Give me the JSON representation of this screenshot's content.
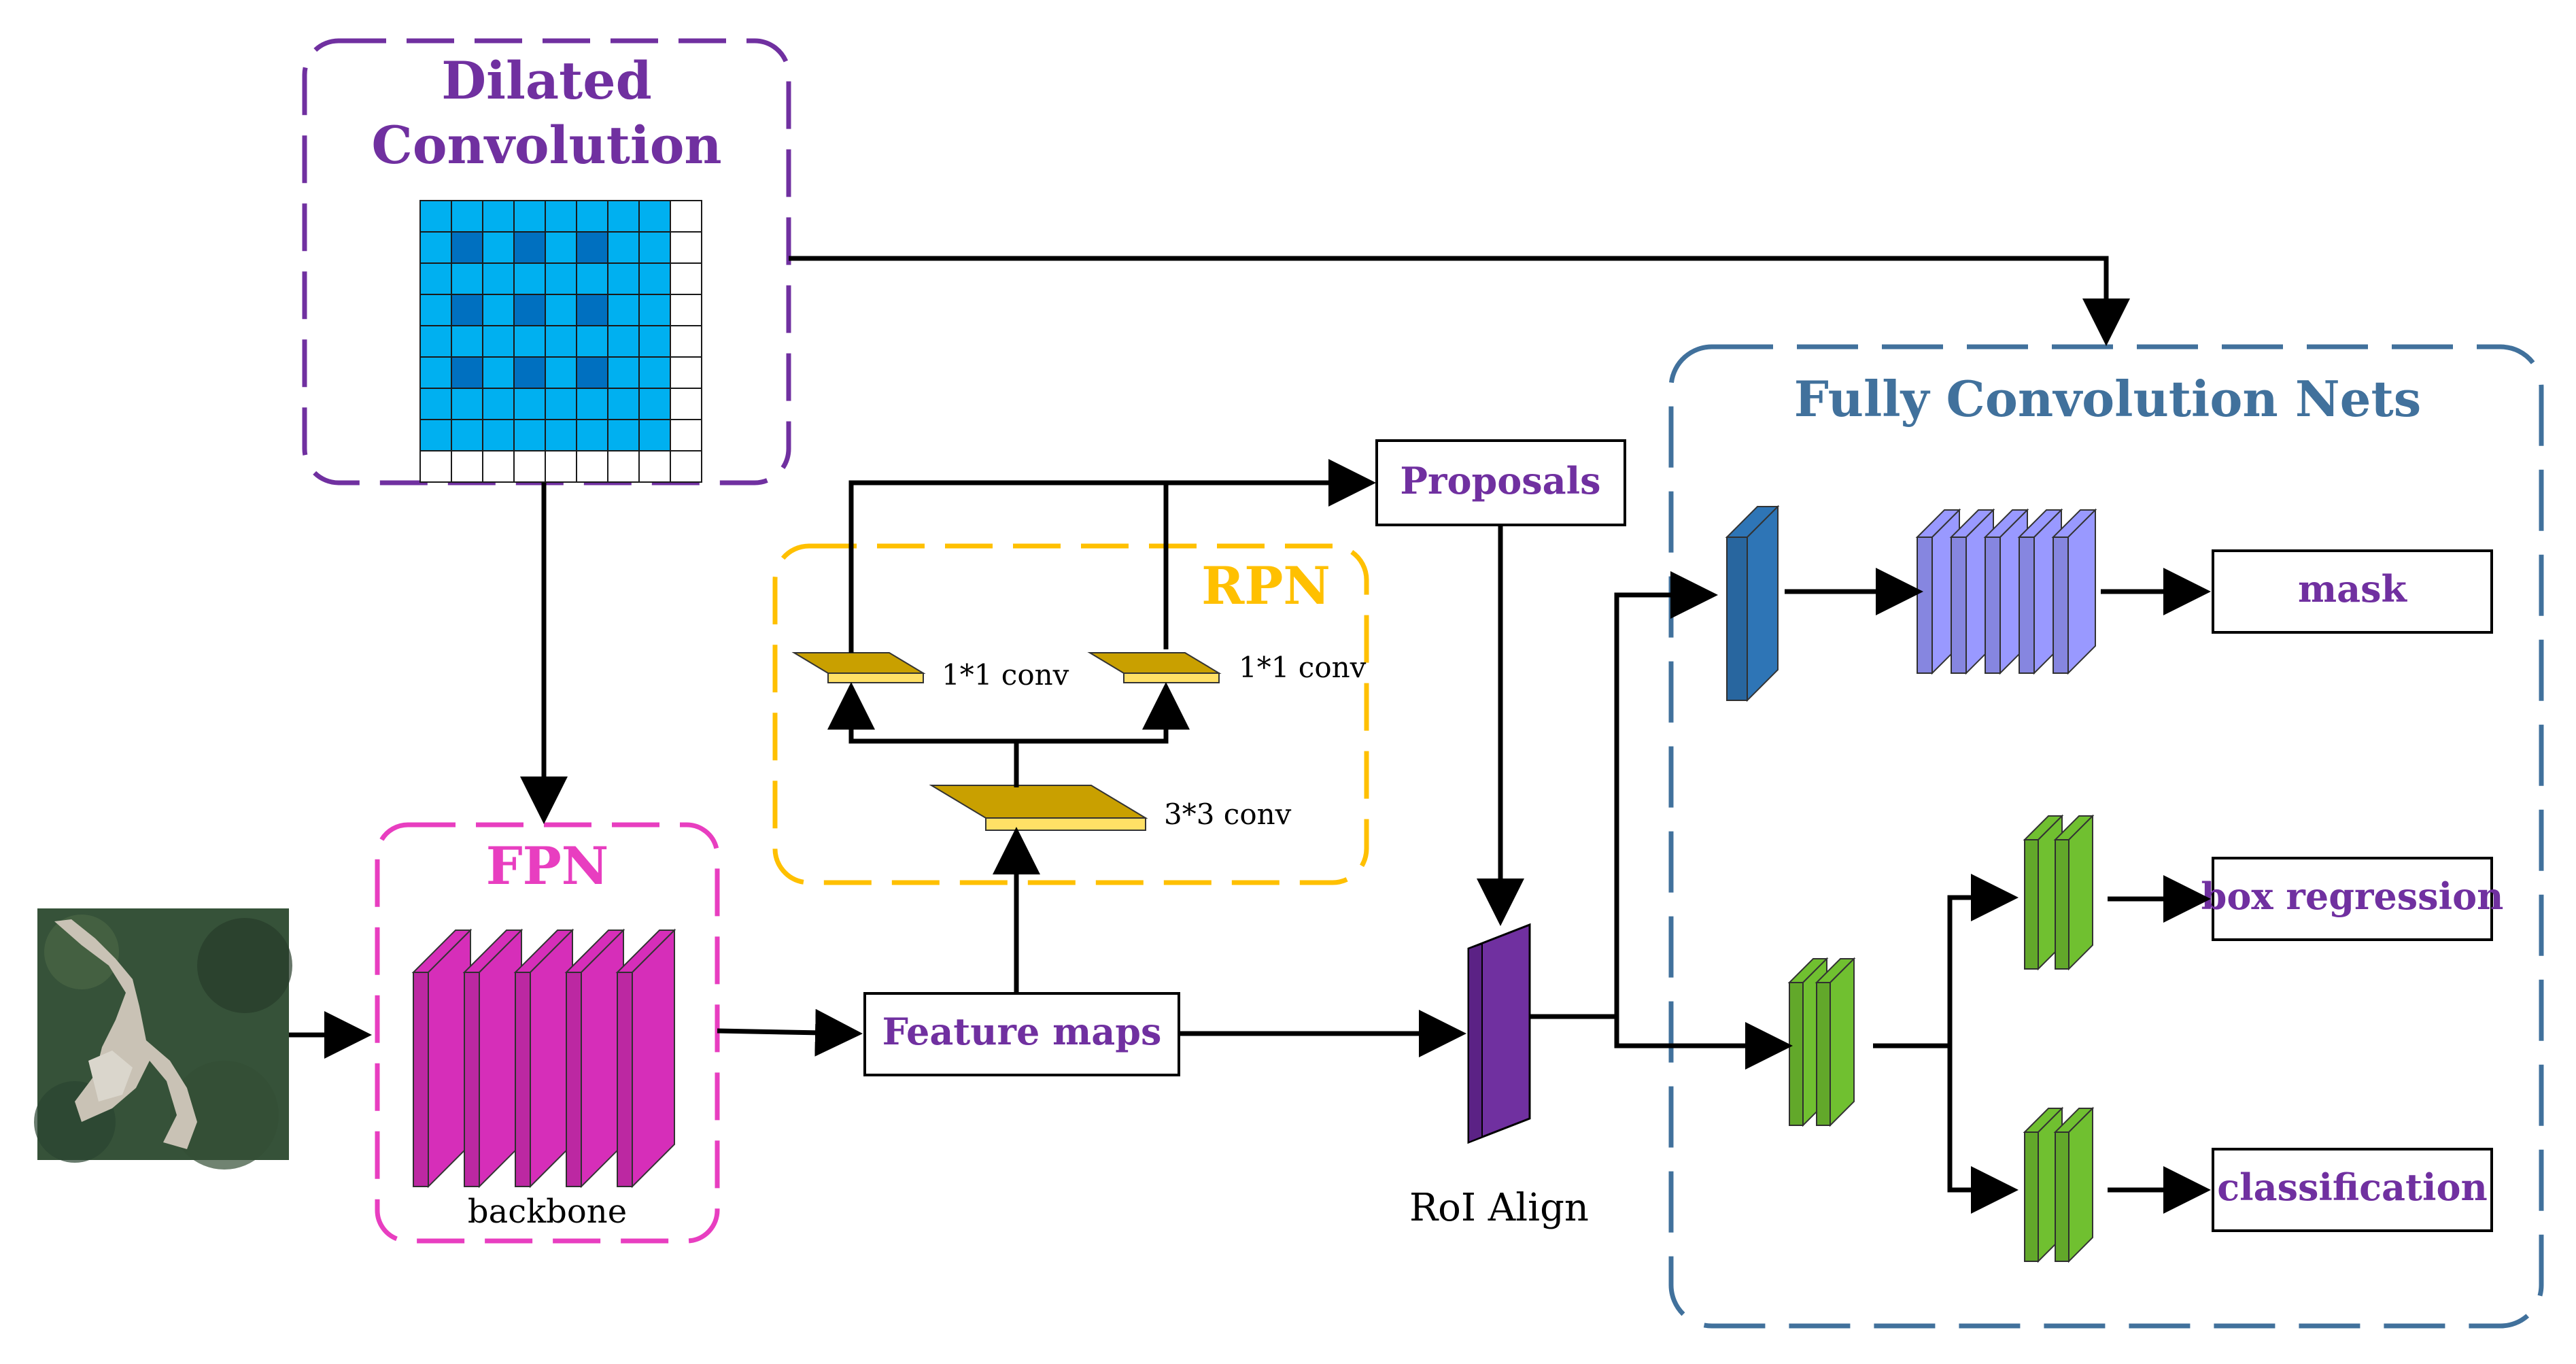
{
  "dilated": {
    "title_line1": "Dilated",
    "title_line2": "Convolution",
    "color": "#7030A0",
    "grid": {
      "rows": 8,
      "cols": 8,
      "dark_cells": [
        [
          1,
          1
        ],
        [
          1,
          3
        ],
        [
          1,
          5
        ],
        [
          3,
          1
        ],
        [
          3,
          3
        ],
        [
          3,
          5
        ],
        [
          5,
          1
        ],
        [
          5,
          3
        ],
        [
          5,
          5
        ]
      ],
      "light_color": "#00B0F0",
      "dark_color": "#0070C0"
    }
  },
  "fpn": {
    "title": "FPN",
    "caption": "backbone",
    "color": "#E83EC0",
    "layer_color": "#D62EB9"
  },
  "rpn": {
    "title": "RPN",
    "color": "#FFC000",
    "layer_color": "#C9A000",
    "conv_left": "1*1 conv",
    "conv_right": "1*1 conv",
    "conv_bottom": "3*3 conv"
  },
  "proposals": {
    "label": "Proposals",
    "color": "#7030A0"
  },
  "feature_maps": {
    "label": "Feature maps",
    "color": "#7030A0"
  },
  "roi_align": {
    "label": "RoI Align",
    "color": "#7030A0"
  },
  "fcn": {
    "title": "Fully Convolution Nets",
    "color": "#41719C",
    "mask_color": "#9999FF",
    "green_color": "#70C030",
    "blue_color": "#2E75B6"
  },
  "outputs": {
    "mask": "mask",
    "box_regression": "box regression",
    "classification": "classification",
    "color": "#7030A0"
  }
}
